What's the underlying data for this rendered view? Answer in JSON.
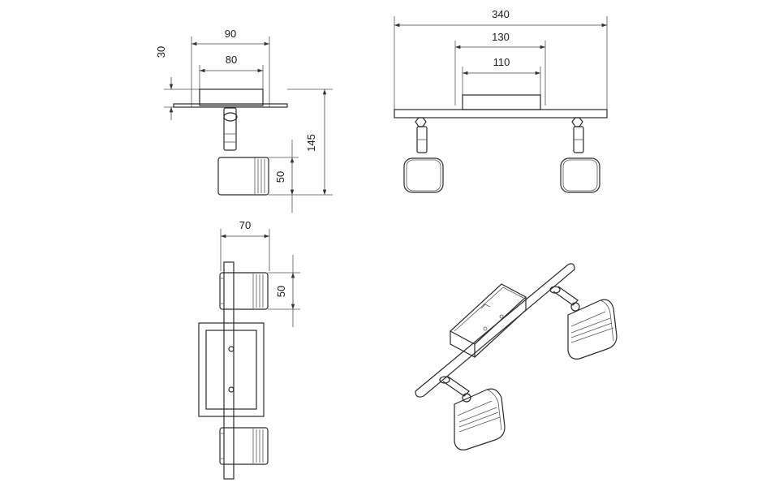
{
  "side_view": {
    "dim_90": "90",
    "dim_80": "80",
    "dim_30": "30",
    "dim_145": "145",
    "dim_50": "50"
  },
  "front_view": {
    "dim_340": "340",
    "dim_130": "130",
    "dim_110": "110"
  },
  "top_view": {
    "dim_70": "70",
    "dim_50": "50"
  },
  "colors": {
    "line": "#2a2a2a",
    "background": "#ffffff"
  }
}
